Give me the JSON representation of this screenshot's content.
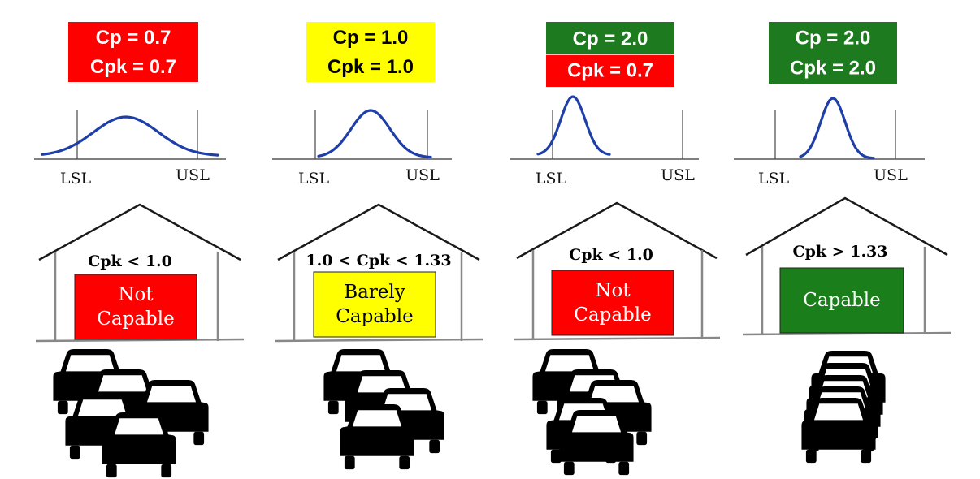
{
  "panels": [
    {
      "cp_label": "Cp = 0.7",
      "cpk_label": "Cpk = 0.7",
      "cp_color": "#ff0000",
      "cpk_color": "#ff0000",
      "lsl_label": "LSL",
      "usl_label": "USL",
      "condition": "Cpk < 1.0",
      "verdict_lines": [
        "Not",
        "Capable"
      ],
      "verdict_color": "#ff0000",
      "verdict_text_color": "#ffffff",
      "car_icon": "car-icon"
    },
    {
      "cp_label": "Cp = 1.0",
      "cpk_label": "Cpk = 1.0",
      "cp_color": "#ffff00",
      "cpk_color": "#ffff00",
      "lsl_label": "LSL",
      "usl_label": "USL",
      "condition": "1.0 < Cpk < 1.33",
      "verdict_lines": [
        "Barely",
        "Capable"
      ],
      "verdict_color": "#ffff00",
      "verdict_text_color": "#000000",
      "car_icon": "car-icon"
    },
    {
      "cp_label": "Cp = 2.0",
      "cpk_label": "Cpk = 0.7",
      "cp_color": "#1e7a1e",
      "cpk_color": "#ff0000",
      "lsl_label": "LSL",
      "usl_label": "USL",
      "condition": "Cpk < 1.0",
      "verdict_lines": [
        "Not",
        "Capable"
      ],
      "verdict_color": "#ff0000",
      "verdict_text_color": "#ffffff",
      "car_icon": "car-icon"
    },
    {
      "cp_label": "Cp = 2.0",
      "cpk_label": "Cpk = 2.0",
      "cp_color": "#1e7a1e",
      "cpk_color": "#1e7a1e",
      "lsl_label": "LSL",
      "usl_label": "USL",
      "condition": "Cpk > 1.33",
      "verdict_lines": [
        "Capable"
      ],
      "verdict_color": "#1a7f1a",
      "verdict_text_color": "#ffffff",
      "car_icon": "car-icon"
    }
  ],
  "colors": {
    "curve": "#1f3fa8",
    "axis": "#555555",
    "house_roof": "#1a1a1a",
    "house_wall": "#888888",
    "car": "#000000"
  }
}
